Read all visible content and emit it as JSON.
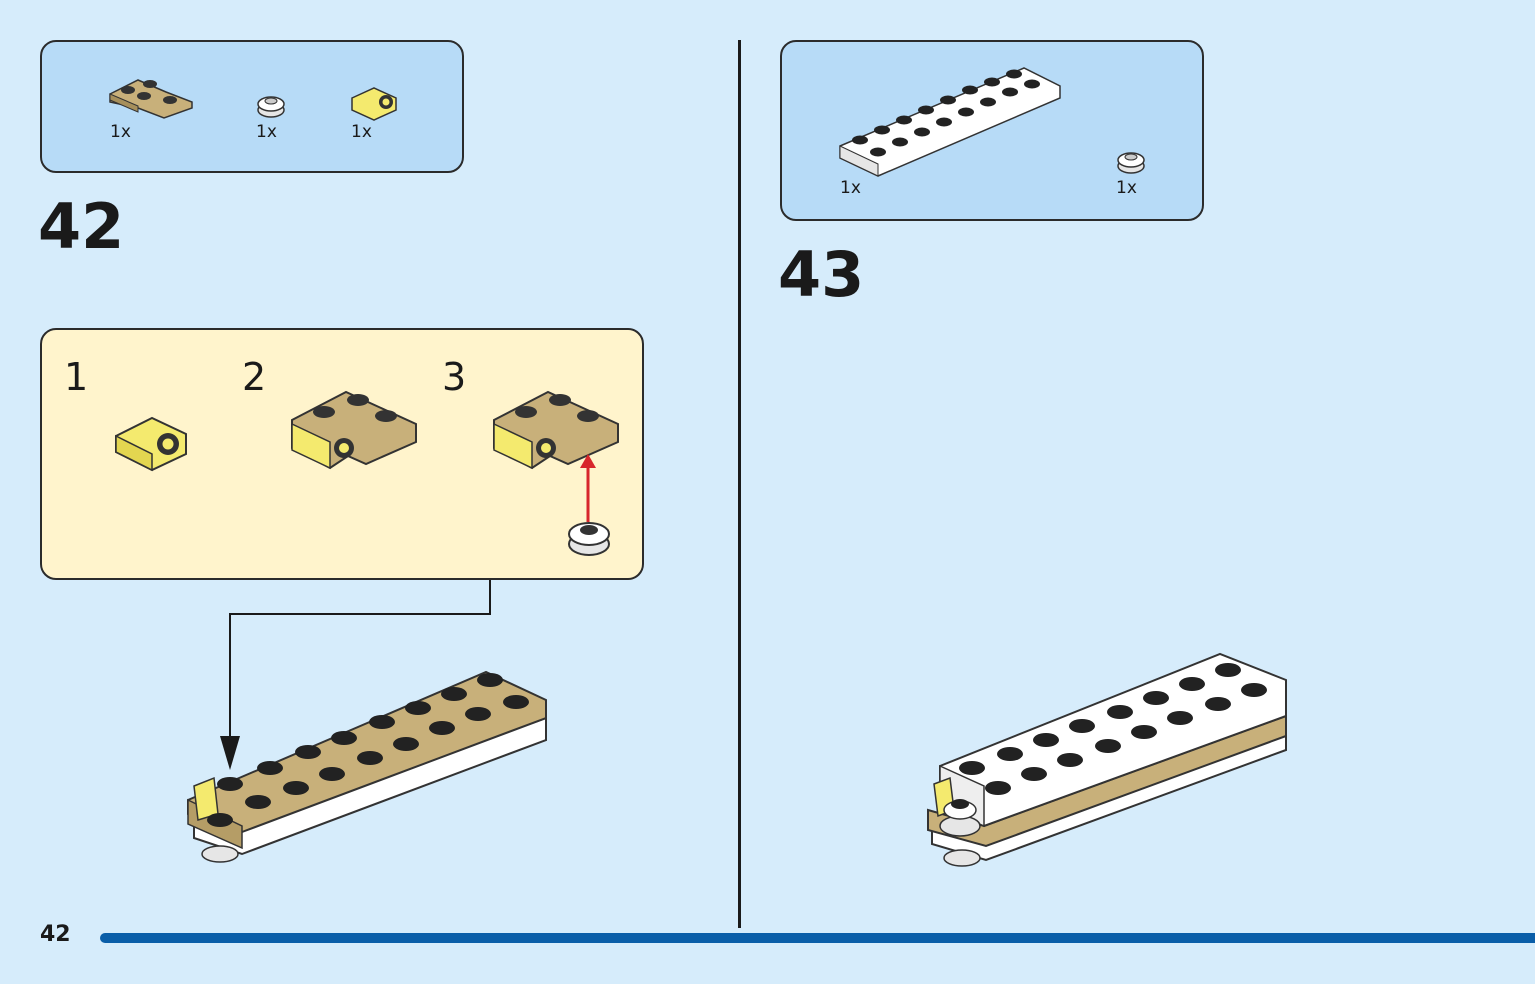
{
  "page": {
    "number": "42"
  },
  "colors": {
    "background": "#d6ecfb",
    "parts_box": "#b7dbf7",
    "substep_box": "#fff4cc",
    "tan": "#c8b07a",
    "yellow": "#f4ea6e",
    "white": "#ffffff",
    "footer_bar": "#0a5ea8",
    "arrow_red": "#d7262b"
  },
  "step42": {
    "number": "42",
    "parts": [
      {
        "qty": "1x",
        "icon": "tan-corner-plate-icon"
      },
      {
        "qty": "1x",
        "icon": "white-round-plate-icon"
      },
      {
        "qty": "1x",
        "icon": "yellow-bracket-icon"
      }
    ],
    "substeps": [
      "1",
      "2",
      "3"
    ]
  },
  "step43": {
    "number": "43",
    "parts": [
      {
        "qty": "1x",
        "icon": "white-plate-2x10-icon"
      },
      {
        "qty": "1x",
        "icon": "white-round-plate-icon"
      }
    ]
  }
}
